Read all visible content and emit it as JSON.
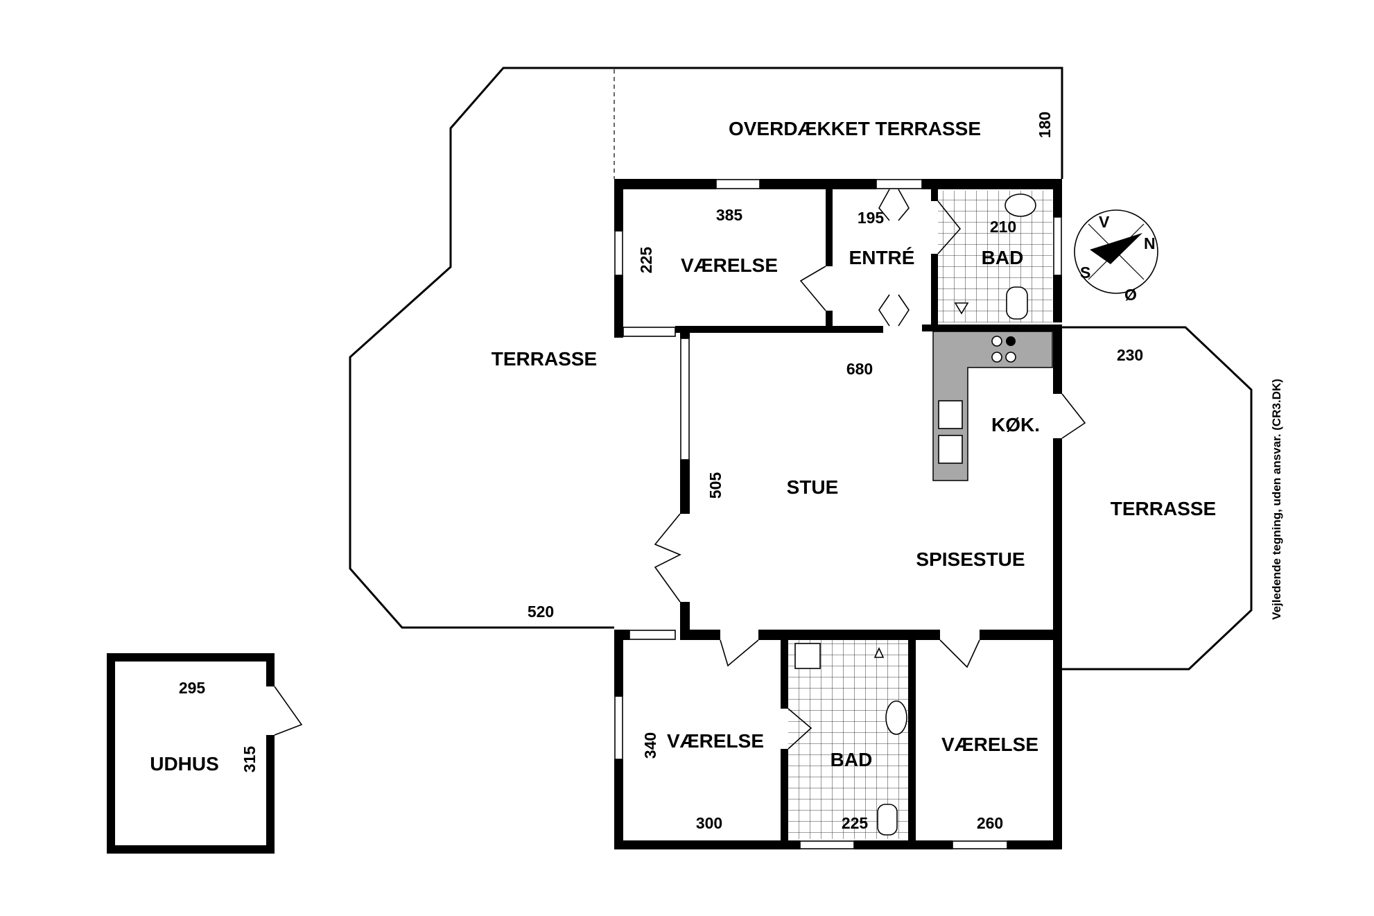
{
  "rooms": {
    "overdaekket_terrasse": "OVERDÆKKET TERRASSE",
    "terrasse_west": "TERRASSE",
    "terrasse_east": "TERRASSE",
    "vaerelse_north": "VÆRELSE",
    "entre": "ENTRÉ",
    "bad_north": "BAD",
    "stue": "STUE",
    "kokken": "KØK.",
    "spisestue": "SPISESTUE",
    "vaerelse_sw": "VÆRELSE",
    "bad_south": "BAD",
    "vaerelse_se": "VÆRELSE",
    "udhus": "UDHUS"
  },
  "dimensions": {
    "overdaekket_terrasse": "180",
    "vaerelse_north_width": "385",
    "vaerelse_north_depth": "225",
    "entre": "195",
    "bad_north": "210",
    "terrasse_east": "230",
    "stue_width": "680",
    "stue_depth": "505",
    "terrasse_west": "520",
    "vaerelse_sw_depth": "340",
    "vaerelse_sw_width": "300",
    "bad_south": "225",
    "vaerelse_se": "260",
    "udhus_width": "295",
    "udhus_depth": "315"
  },
  "compass": {
    "north": "N",
    "south": "S",
    "west": "V",
    "east": "Ø"
  },
  "disclaimer": "Vejledende tegning, uden ansvar. (CR3.DK)",
  "colors": {
    "wall": "#000000",
    "counter": "#a8a8a8",
    "background": "#ffffff"
  }
}
